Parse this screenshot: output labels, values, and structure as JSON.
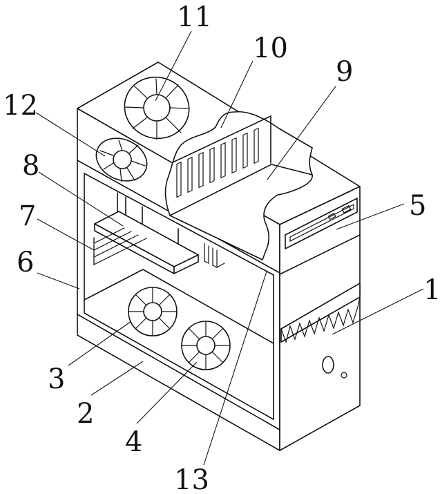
{
  "figure": {
    "subject": "computer case with cooling fans, perspective patent drawing",
    "line_color": "#111111",
    "background": "#ffffff"
  },
  "labels": {
    "n1": "1",
    "n2": "2",
    "n3": "3",
    "n4": "4",
    "n5": "5",
    "n6": "6",
    "n7": "7",
    "n8": "8",
    "n9": "9",
    "n10": "10",
    "n11": "11",
    "n12": "12",
    "n13": "13"
  }
}
